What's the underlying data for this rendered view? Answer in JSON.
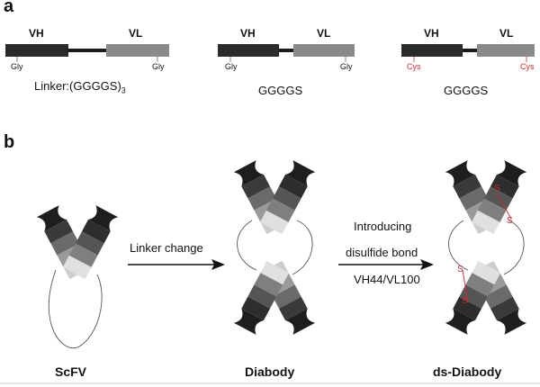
{
  "panel_a": {
    "letter": "a",
    "constructs": [
      {
        "vh": "VH",
        "vl": "VL",
        "left_res": "Gly",
        "right_res": "Gly",
        "linker_pre": "Linker:(GGGGS)",
        "linker_sub": "3"
      },
      {
        "vh": "VH",
        "vl": "VL",
        "left_res": "Gly",
        "right_res": "Gly",
        "linker": "GGGGS"
      },
      {
        "vh": "VH",
        "vl": "VL",
        "left_res": "Cys",
        "right_res": "Cys",
        "linker": "GGGGS"
      }
    ]
  },
  "panel_b": {
    "letter": "b",
    "arrow1_label": "Linker change",
    "arrow2_lines": [
      "Introducing",
      "disulfide bond",
      "VH44/VL100"
    ],
    "captions": [
      "ScFV",
      "Diabody",
      "ds-Diabody"
    ],
    "s_label": "S"
  },
  "colors": {
    "dark": "#2a2a2a",
    "mid": "#8a8a8a",
    "light": "#cfcfcf",
    "red": "#d12b2b"
  }
}
